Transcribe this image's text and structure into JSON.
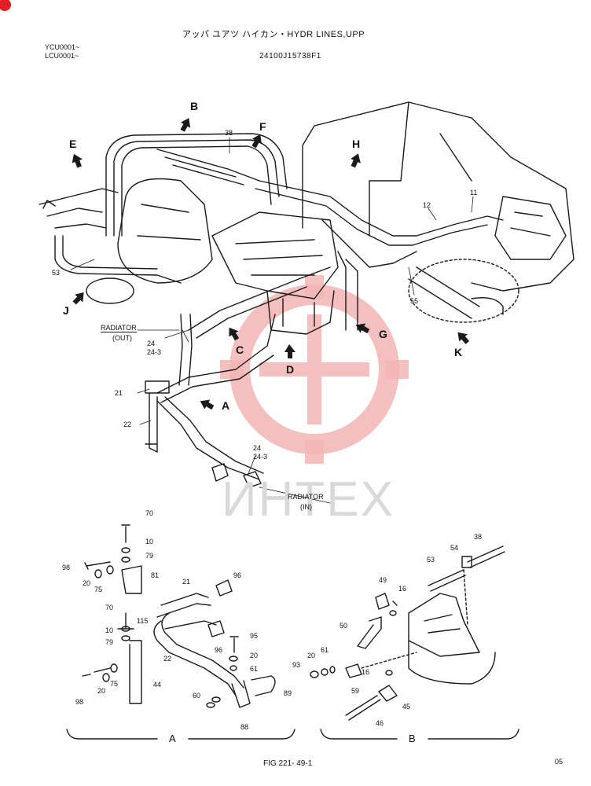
{
  "header": {
    "title": "アッパ ユアツ ハイカン・HYDR LINES,UPP",
    "serials": [
      "YCU0001~",
      "LCU0001~"
    ],
    "part_no": "24100J15738F1"
  },
  "main_view": {
    "arrows": [
      "B",
      "F",
      "E",
      "H",
      "J",
      "C",
      "D",
      "G",
      "K",
      "A"
    ],
    "refs": [
      "38",
      "11",
      "12",
      "53",
      "55",
      "21",
      "22",
      "24",
      "24-3",
      "24",
      "24-3"
    ],
    "radiator_out": [
      "RADIATOR",
      "(OUT)"
    ],
    "radiator_in": [
      "RADIATOR",
      "(IN)"
    ]
  },
  "detail_a": {
    "refs": [
      "70",
      "10",
      "79",
      "98",
      "20",
      "75",
      "81",
      "21",
      "96",
      "70",
      "115",
      "10",
      "79",
      "22",
      "96",
      "95",
      "20",
      "61",
      "98",
      "20",
      "75",
      "44",
      "60",
      "89",
      "88"
    ],
    "caption": "A"
  },
  "detail_b": {
    "refs": [
      "38",
      "54",
      "53",
      "49",
      "16",
      "50",
      "93",
      "20",
      "61",
      "59",
      "16",
      "45",
      "46"
    ],
    "caption": "B"
  },
  "watermark": "ИНТЕХ",
  "footer": {
    "fig": "FIG 221- 49-1",
    "page": "05"
  },
  "colors": {
    "ink": "#1a1a1a",
    "watermark": "#f2b5b5",
    "corner_mark": "#e31e24"
  }
}
